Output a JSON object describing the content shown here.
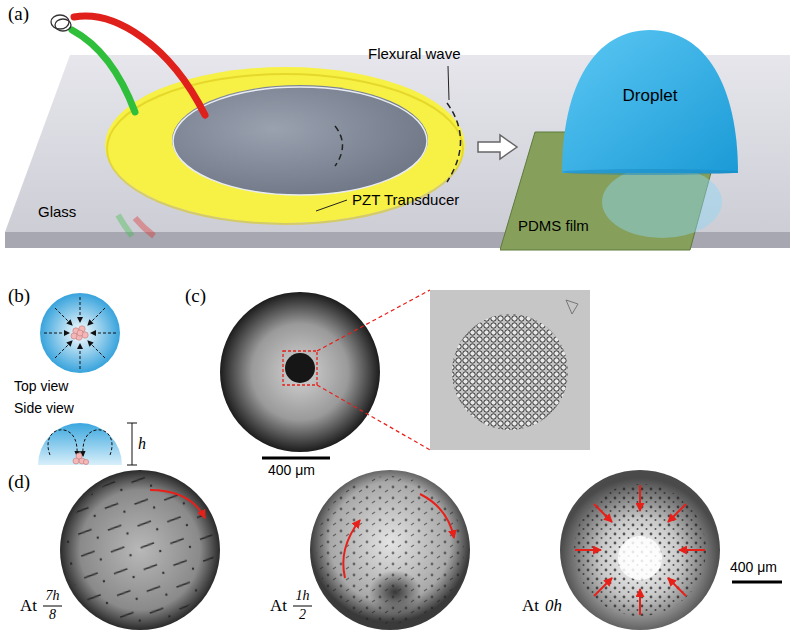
{
  "diagram": {
    "nodes": [
      {
        "text": [
          "Droplet"
        ]
      },
      {
        "text": [
          "PDMS film"
        ]
      }
    ],
    "labels": [
      "(a)",
      "Flexural wave",
      "Glass",
      "PZT Transducer",
      "(b)",
      "Top view",
      "Side view",
      "h",
      "(c)",
      "400 μm",
      "(d)",
      "At",
      "7h",
      "8",
      "At",
      "1h",
      "2",
      "At",
      "0h",
      "400 μm"
    ]
  }
}
